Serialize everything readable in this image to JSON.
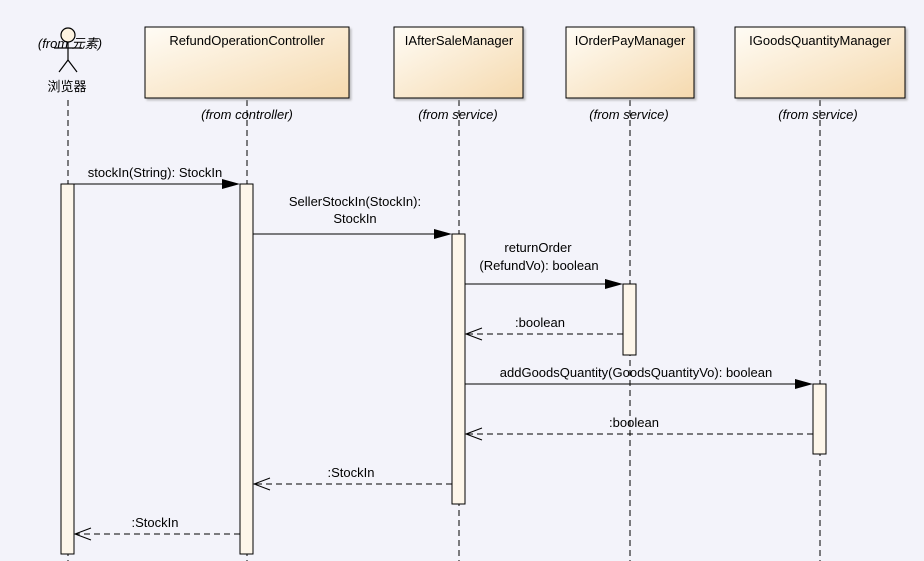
{
  "actor": {
    "from_label": "(from 元素)",
    "name": "浏览器",
    "icon": "stick-figure-icon"
  },
  "participants": [
    {
      "name": "RefundOperationController",
      "from": "(from controller)"
    },
    {
      "name": "IAfterSaleManager",
      "from": "(from service)"
    },
    {
      "name": "IOrderPayManager",
      "from": "(from service)"
    },
    {
      "name": "IGoodsQuantityManager",
      "from": "(from service)"
    }
  ],
  "messages": [
    {
      "lines": [
        "stockIn(String): StockIn"
      ],
      "kind": "call"
    },
    {
      "lines": [
        "SellerStockIn(StockIn):",
        "StockIn"
      ],
      "kind": "call"
    },
    {
      "lines": [
        "returnOrder",
        "(RefundVo): boolean"
      ],
      "kind": "call"
    },
    {
      "lines": [
        ":boolean"
      ],
      "kind": "return"
    },
    {
      "lines": [
        "addGoodsQuantity(GoodsQuantityVo): boolean"
      ],
      "kind": "call"
    },
    {
      "lines": [
        ":boolean"
      ],
      "kind": "return"
    },
    {
      "lines": [
        ":StockIn"
      ],
      "kind": "return"
    },
    {
      "lines": [
        ":StockIn"
      ],
      "kind": "return"
    }
  ],
  "colors": {
    "background": "#f3f3fa",
    "box_fill_top": "#fffaf0",
    "box_fill_bottom": "#f6dcb4",
    "activation_fill": "#fdf6ea",
    "line": "#000000"
  }
}
